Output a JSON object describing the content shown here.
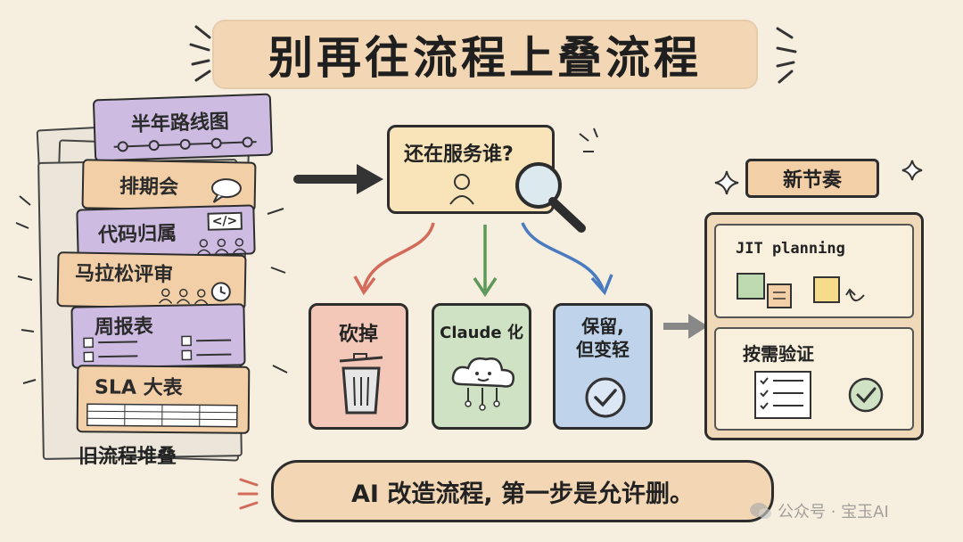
{
  "title": "别再往流程上叠流程",
  "old_stack": {
    "cards": [
      {
        "label": "半年路线图",
        "color": "#cdbbe2"
      },
      {
        "label": "排期会",
        "color": "#f3cfa8"
      },
      {
        "label": "代码归属",
        "color": "#cdbbe2"
      },
      {
        "label": "马拉松评审",
        "color": "#f3cfa8"
      },
      {
        "label": "周报表",
        "color": "#cdbbe2"
      },
      {
        "label": "SLA 大表",
        "color": "#f3cfa8"
      }
    ],
    "caption": "旧流程堆叠"
  },
  "question_box": {
    "label": "还在服务谁?"
  },
  "options": [
    {
      "label": "砍掉",
      "color": "#f3c8b8"
    },
    {
      "label": "Claude 化",
      "color": "#cfe3c4"
    },
    {
      "label": "保留,\n但变轻",
      "color": "#bfd3ea"
    }
  ],
  "new_rhythm": {
    "banner": "新节奏",
    "panels": [
      {
        "label": "JIT planning"
      },
      {
        "label": "按需验证"
      }
    ]
  },
  "bottom_banner": "AI 改造流程, 第一步是允许删。",
  "watermark": "公众号 · 宝玉AI",
  "icon_code_text": "</>"
}
